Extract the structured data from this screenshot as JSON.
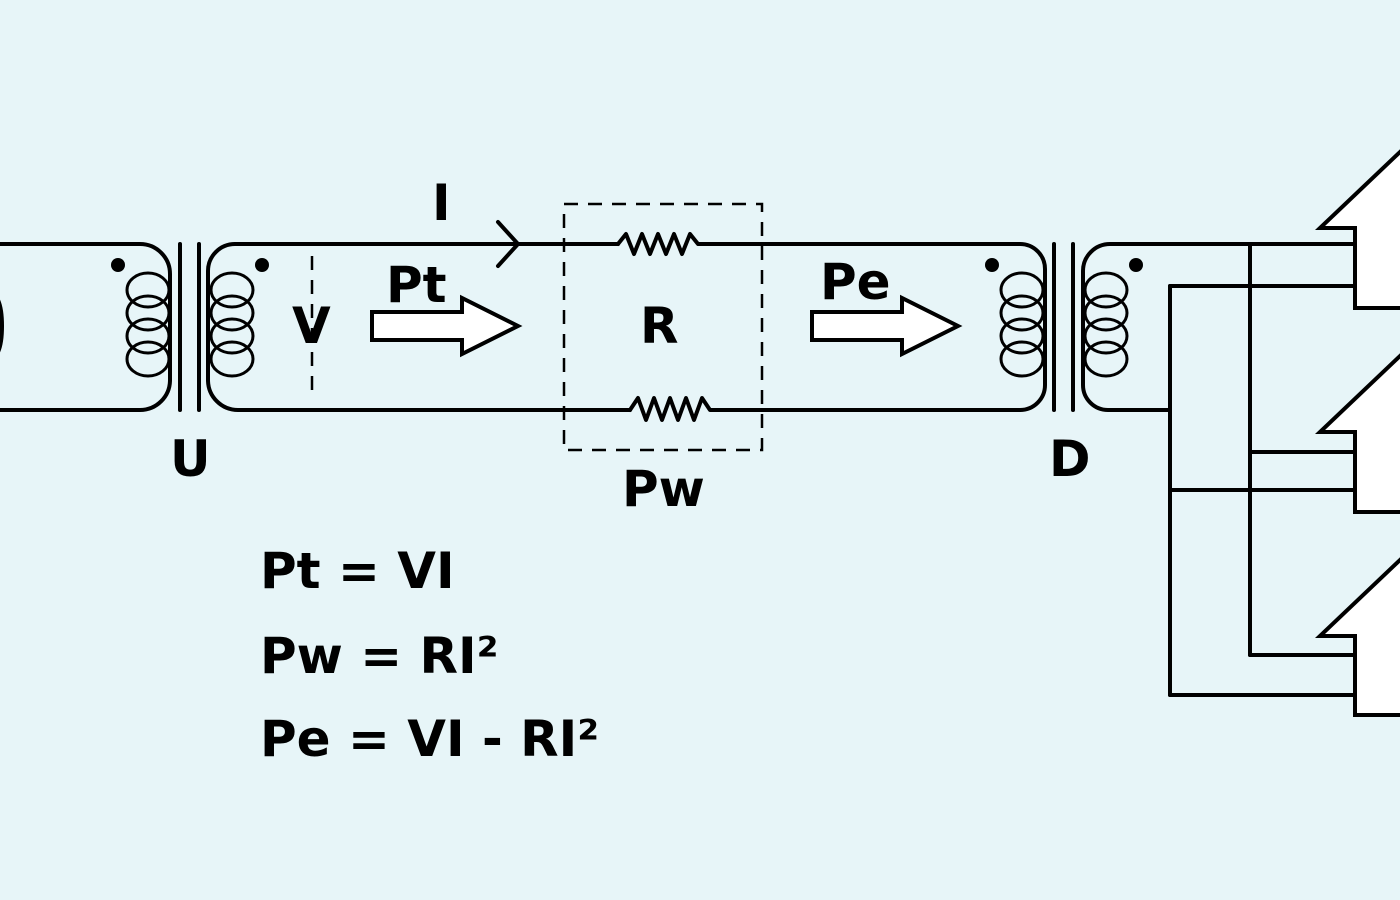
{
  "labels": {
    "current": "I",
    "voltage": "V",
    "power_transmitted": "Pt",
    "resistance": "R",
    "power_delivered": "Pe",
    "power_wasted": "Pw",
    "step_up_transformer": "U",
    "step_down_transformer": "D"
  },
  "equations": [
    "Pt = VI",
    "Pw = RI²",
    "Pe = VI - RI²"
  ],
  "colors": {
    "background": "#e7f5f8",
    "line": "#000000",
    "fill": "#ffffff"
  }
}
